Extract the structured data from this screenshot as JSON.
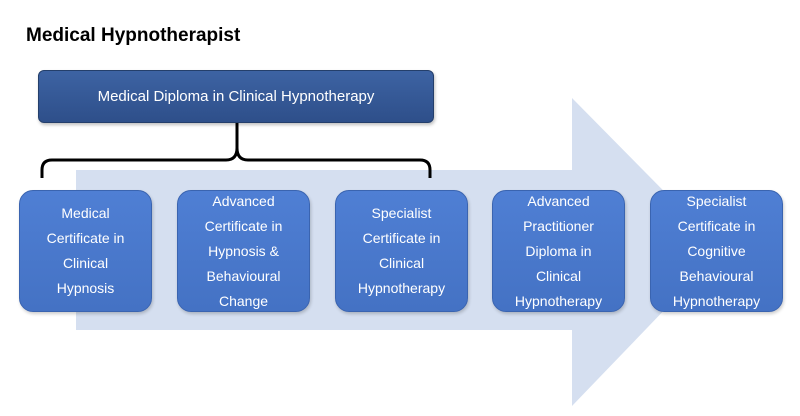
{
  "title": "Medical Hypnotherapist",
  "diploma": {
    "label": "Medical Diploma in Clinical Hypnotherapy"
  },
  "stages": [
    {
      "lines": [
        "Medical",
        "Certificate in",
        "Clinical",
        "Hypnosis"
      ]
    },
    {
      "lines": [
        "Advanced",
        "Certificate in",
        "Hypnosis &",
        "Behavioural",
        "Change"
      ]
    },
    {
      "lines": [
        "Specialist",
        "Certificate in",
        "Clinical",
        "Hypnotherapy"
      ]
    },
    {
      "lines": [
        "Advanced",
        "Practitioner",
        "Diploma in",
        "Clinical",
        "Hypnotherapy"
      ]
    },
    {
      "lines": [
        "Specialist",
        "Certificate in",
        "Cognitive",
        "Behavioural",
        "Hypnotherapy"
      ]
    }
  ],
  "colors": {
    "arrow": "#d5dff0",
    "diploma_box": "#3459993",
    "stage_box": "#4472c4",
    "bracket": "#000000"
  }
}
